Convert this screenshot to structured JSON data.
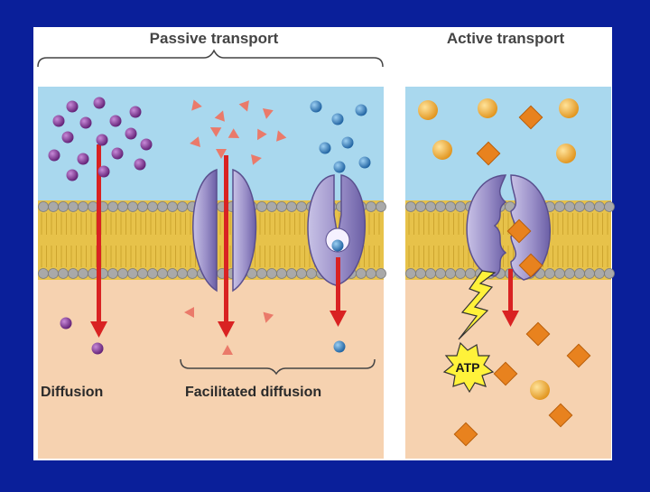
{
  "headings": {
    "passive": "Passive transport",
    "active": "Active transport"
  },
  "labels": {
    "diffusion": "Diffusion",
    "facilitated": "Facilitated diffusion",
    "atp": "ATP"
  },
  "colors": {
    "background": "#0a1f9a",
    "panel": "#ffffff",
    "extracellular": "#a9d8ee",
    "intracellular": "#f6d2b0",
    "membrane_heads": "#a9a9a9",
    "membrane_tails": "#e7c24a",
    "arrow": "#d92222",
    "solute_purple": "#7a2f8f",
    "solute_salmon": "#ea7a6a",
    "solute_blue": "#2e7fc4",
    "solute_orange_ball": "#f3a623",
    "solute_orange_diamond": "#e8821e",
    "protein": "#9a8fc8",
    "atp_burst": "#fff23a"
  }
}
